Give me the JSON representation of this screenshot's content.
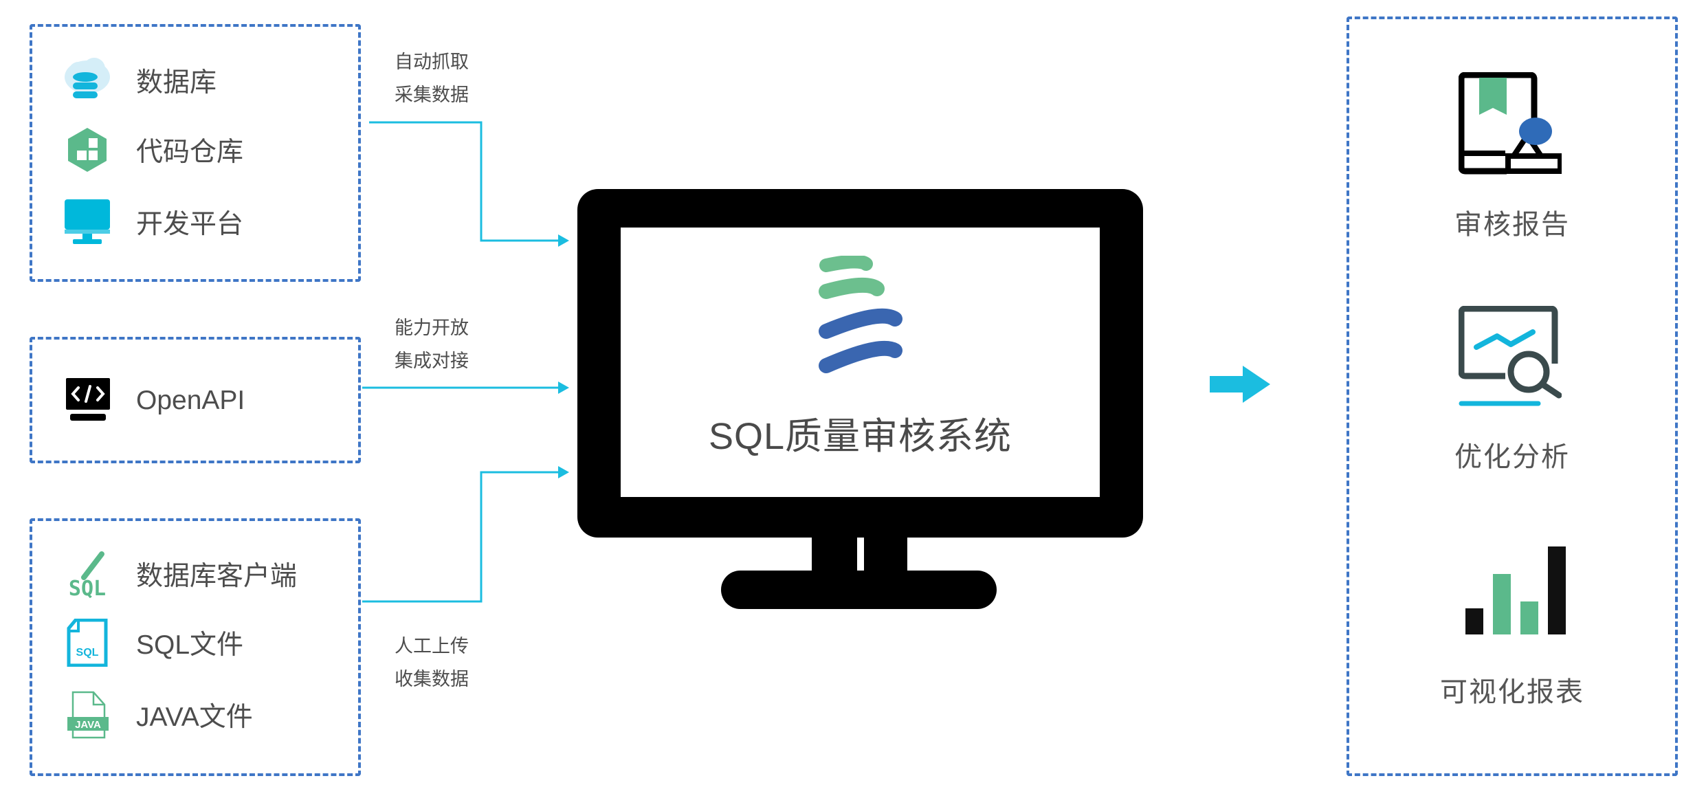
{
  "sources": {
    "group1": [
      {
        "label": "数据库",
        "icon": "cloud-database-icon"
      },
      {
        "label": "代码仓库",
        "icon": "code-repository-icon"
      },
      {
        "label": "开发平台",
        "icon": "monitor-icon"
      }
    ],
    "group2": [
      {
        "label": "OpenAPI",
        "icon": "code-terminal-icon"
      }
    ],
    "group3": [
      {
        "label": "数据库客户端",
        "icon": "sql-client-icon"
      },
      {
        "label": "SQL文件",
        "icon": "sql-file-icon"
      },
      {
        "label": "JAVA文件",
        "icon": "java-file-icon"
      }
    ]
  },
  "connectors": {
    "auto": {
      "line1": "自动抓取",
      "line2": "采集数据"
    },
    "api": {
      "line1": "能力开放",
      "line2": "集成对接"
    },
    "manual": {
      "line1": "人工上传",
      "line2": "收集数据"
    }
  },
  "center": {
    "title": "SQL质量审核系统",
    "icon_texts": {
      "sql_file": "SQL",
      "java_file": "JAVA"
    }
  },
  "outputs": [
    {
      "label": "审核报告",
      "icon": "audit-report-icon"
    },
    {
      "label": "优化分析",
      "icon": "optimization-analysis-icon"
    },
    {
      "label": "可视化报表",
      "icon": "bar-chart-icon"
    }
  ],
  "colors": {
    "dash_border": "#3f76c6",
    "connector": "#1bbde0",
    "green": "#5bb98b",
    "blue": "#3a66b0",
    "text": "#4d4d4d"
  }
}
